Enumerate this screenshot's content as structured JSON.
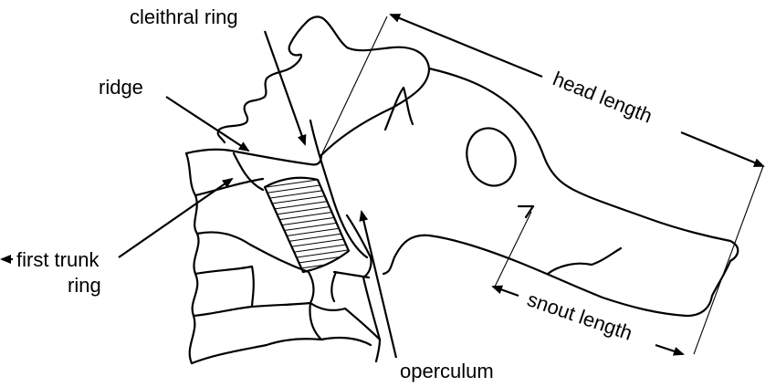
{
  "labels": {
    "cleithral_ring": "cleithral ring",
    "ridge": "ridge",
    "first_trunk_ring_line1": "first trunk",
    "first_trunk_ring_line2": "ring",
    "head_length": "head length",
    "snout_length": "snout length",
    "operculum": "operculum"
  },
  "colors": {
    "ink": "#000000",
    "background": "#ffffff"
  }
}
